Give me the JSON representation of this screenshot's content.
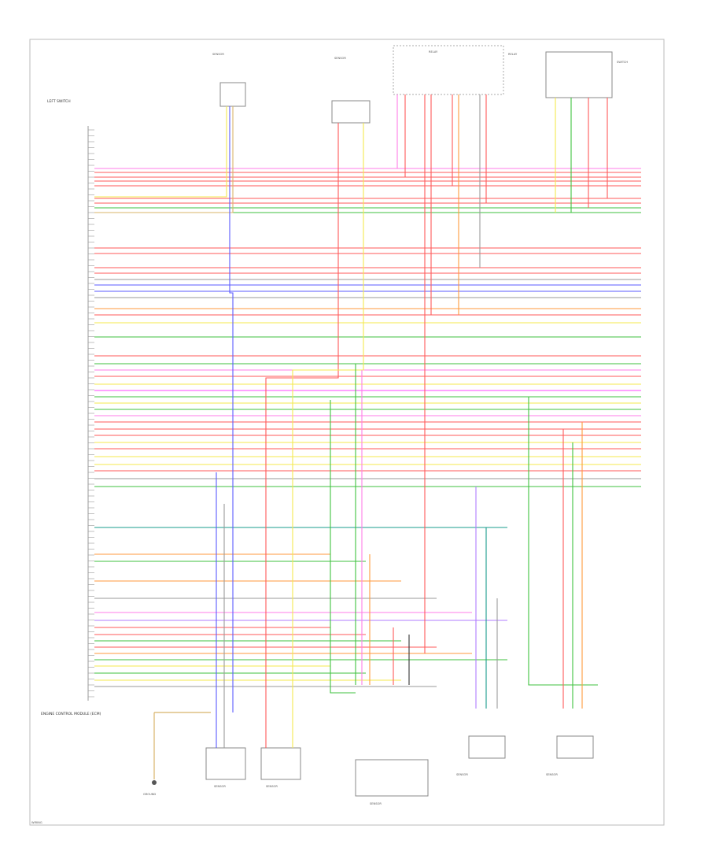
{
  "components": {
    "left_header": "LEFT SWITCH",
    "ecm": "ENGINE CONTROL MODULE (ECM)",
    "top_sensor_a": "SENSOR",
    "top_sensor_b": "SENSOR",
    "relay_group": "RELAY",
    "relay_box": "RELAY",
    "right_box": "SWITCH",
    "bottom_ground": "GROUND",
    "bottom_sensor_1": "SENSOR",
    "bottom_sensor_2": "SENSOR",
    "bottom_sensor_3": "SENSOR",
    "bottom_sensor_4": "SENSOR",
    "bottom_sensor_5": "SENSOR"
  },
  "page_label": "WIRING",
  "wire_colors": {
    "red": "#ff5a5a",
    "pink": "#ff7ee8",
    "magenta": "#ff44ff",
    "blue": "#5b5bff",
    "yellow": "#f4e94e",
    "green": "#3fc23f",
    "orange": "#ff9a3c",
    "gray": "#9a9a9a",
    "black": "#333333",
    "violet": "#b07cff",
    "tan": "#d8b46a",
    "teal": "#1a9c8c"
  }
}
